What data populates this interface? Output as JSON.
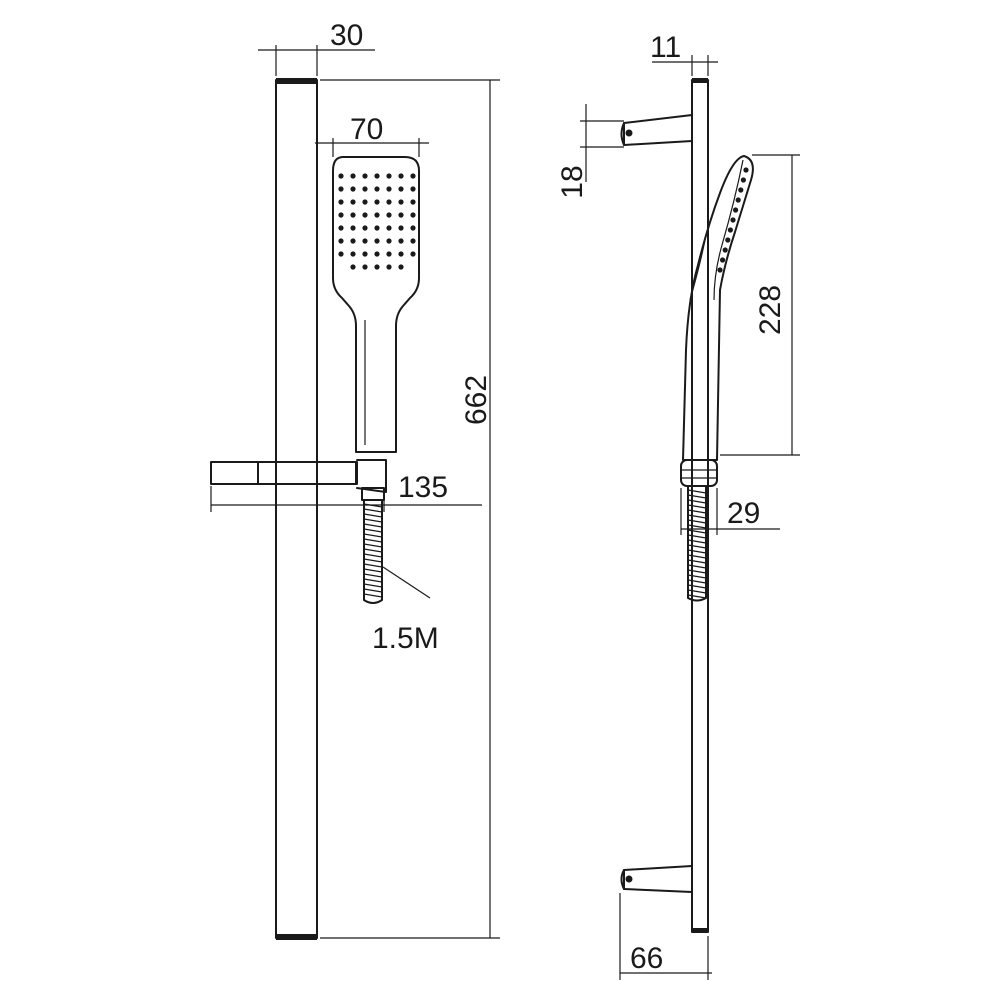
{
  "dimensions": {
    "rail_width": "30",
    "head_width": "70",
    "rail_length": "662",
    "slider_length": "135",
    "hose_length": "1.5M",
    "rail_depth": "11",
    "bracket_thickness": "18",
    "head_length": "228",
    "holder_depth": "29",
    "bracket_depth": "66"
  }
}
